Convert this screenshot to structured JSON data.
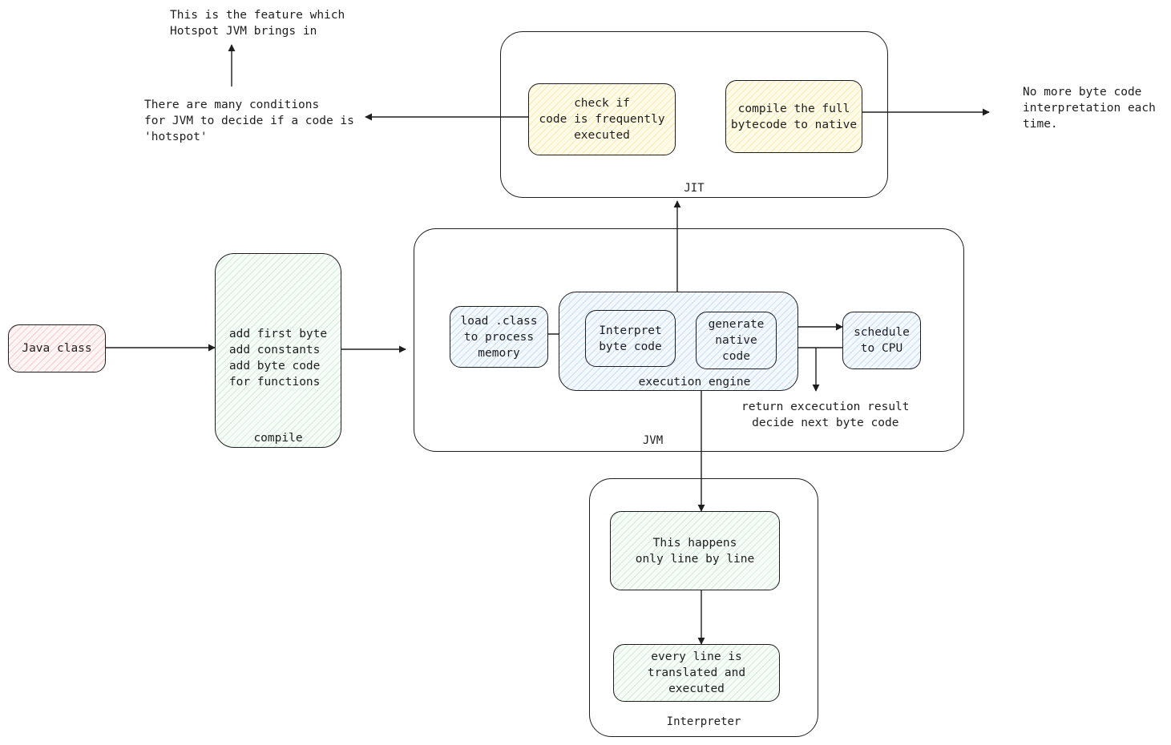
{
  "frames": {
    "jit": "JIT",
    "jvm": "JVM",
    "interpreter": "Interpreter"
  },
  "nodes": {
    "java_class": "Java class",
    "compile_steps": "add first byte\nadd constants\nadd byte code\nfor functions",
    "compile_label": "compile",
    "load_class": "load .class\nto process\nmemory",
    "execution_engine_label": "execution engine",
    "interpret": "Interpret\nbyte code",
    "generate_native": "generate\nnative\ncode",
    "schedule_cpu": "schedule\nto CPU",
    "check_frequent": "check if\ncode is frequently\nexecuted",
    "compile_native": "compile the full\nbytecode to native",
    "line_by_line": "This happens\nonly line by line",
    "every_line": "every line is\ntranslated and\nexecuted"
  },
  "notes": {
    "hotspot_feature": "This is the feature which\nHotspot JVM brings in",
    "hotspot_conditions": "There are many conditions\nfor JVM to decide if a code is\n'hotspot'",
    "no_interpretation": "No more byte code\ninterpretation each\ntime.",
    "return_result": "return excecution result\ndecide next byte code"
  },
  "colors": {
    "stroke": "#1e1e1e",
    "red_fill": "#ffc9c9",
    "green_fill": "#b2f2bb",
    "blue_fill": "#a5d8ff",
    "yellow_fill": "#ffec99"
  }
}
